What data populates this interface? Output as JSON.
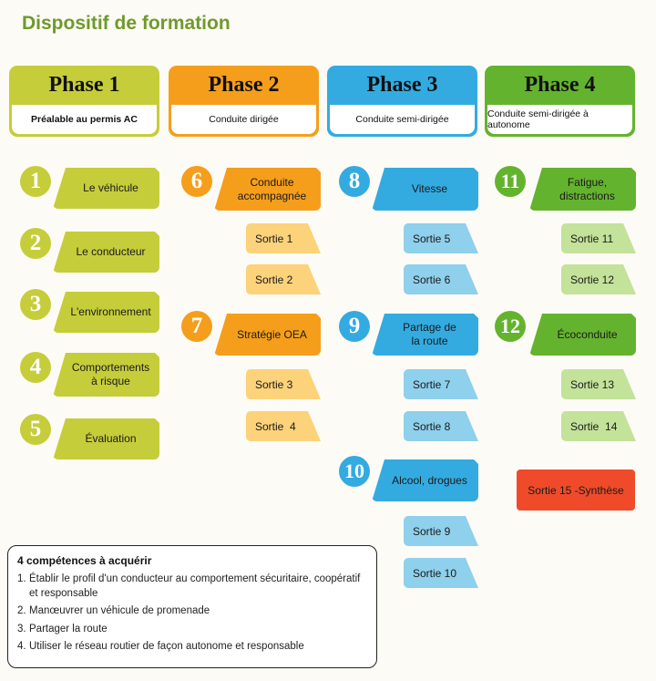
{
  "title": "Dispositif de formation",
  "colors": {
    "phase1": "#c6cd3a",
    "phase1_light": "#c6cd3a",
    "phase2": "#f59e1b",
    "phase2_light": "#fcd27a",
    "phase3": "#33abe0",
    "phase3_light": "#8fd0ec",
    "phase4": "#64b32e",
    "phase4_light": "#c3e29a",
    "synthese": "#ef4b2a"
  },
  "phases": [
    {
      "title": "Phase 1",
      "subtitle": "Préalable au permis AC"
    },
    {
      "title": "Phase 2",
      "subtitle": "Conduite dirigée"
    },
    {
      "title": "Phase 3",
      "subtitle": "Conduite semi-dirigée"
    },
    {
      "title": "Phase 4",
      "subtitle": "Conduite semi-dirigée à autonome"
    }
  ],
  "steps": [
    {
      "num": "1",
      "label": "Le véhicule"
    },
    {
      "num": "2",
      "label": "Le conducteur"
    },
    {
      "num": "3",
      "label": "L'environnement"
    },
    {
      "num": "4",
      "label": "Comportements\nà risque"
    },
    {
      "num": "5",
      "label": "Évaluation"
    },
    {
      "num": "6",
      "label": "Conduite\naccompagnée"
    },
    {
      "num": "7",
      "label": "Stratégie OEA"
    },
    {
      "num": "8",
      "label": "Vitesse"
    },
    {
      "num": "9",
      "label": "Partage de\nla route"
    },
    {
      "num": "10",
      "label": "Alcool, drogues"
    },
    {
      "num": "11",
      "label": "Fatigue,\ndistractions"
    },
    {
      "num": "12",
      "label": "Écoconduite"
    }
  ],
  "sorties": [
    "Sortie 1",
    "Sortie 2",
    "Sortie 3",
    "Sortie  4",
    "Sortie 5",
    "Sortie 6",
    "Sortie 7",
    "Sortie 8",
    "Sortie 9",
    "Sortie 10",
    "Sortie 11",
    "Sortie 12",
    "Sortie 13",
    "Sortie  14"
  ],
  "final": "Sortie 15 -Synthèse",
  "competences": {
    "title": "4 compétences à acquérir",
    "items": [
      {
        "n": "1.",
        "text": "Établir le profil d'un conducteur au comportement sécuritaire, coopératif et responsable"
      },
      {
        "n": "2.",
        "text": "Manœuvrer un véhicule de promenade"
      },
      {
        "n": "3.",
        "text": "Partager la route"
      },
      {
        "n": "4.",
        "text": "Utiliser le réseau routier de façon autonome et responsable"
      }
    ]
  }
}
